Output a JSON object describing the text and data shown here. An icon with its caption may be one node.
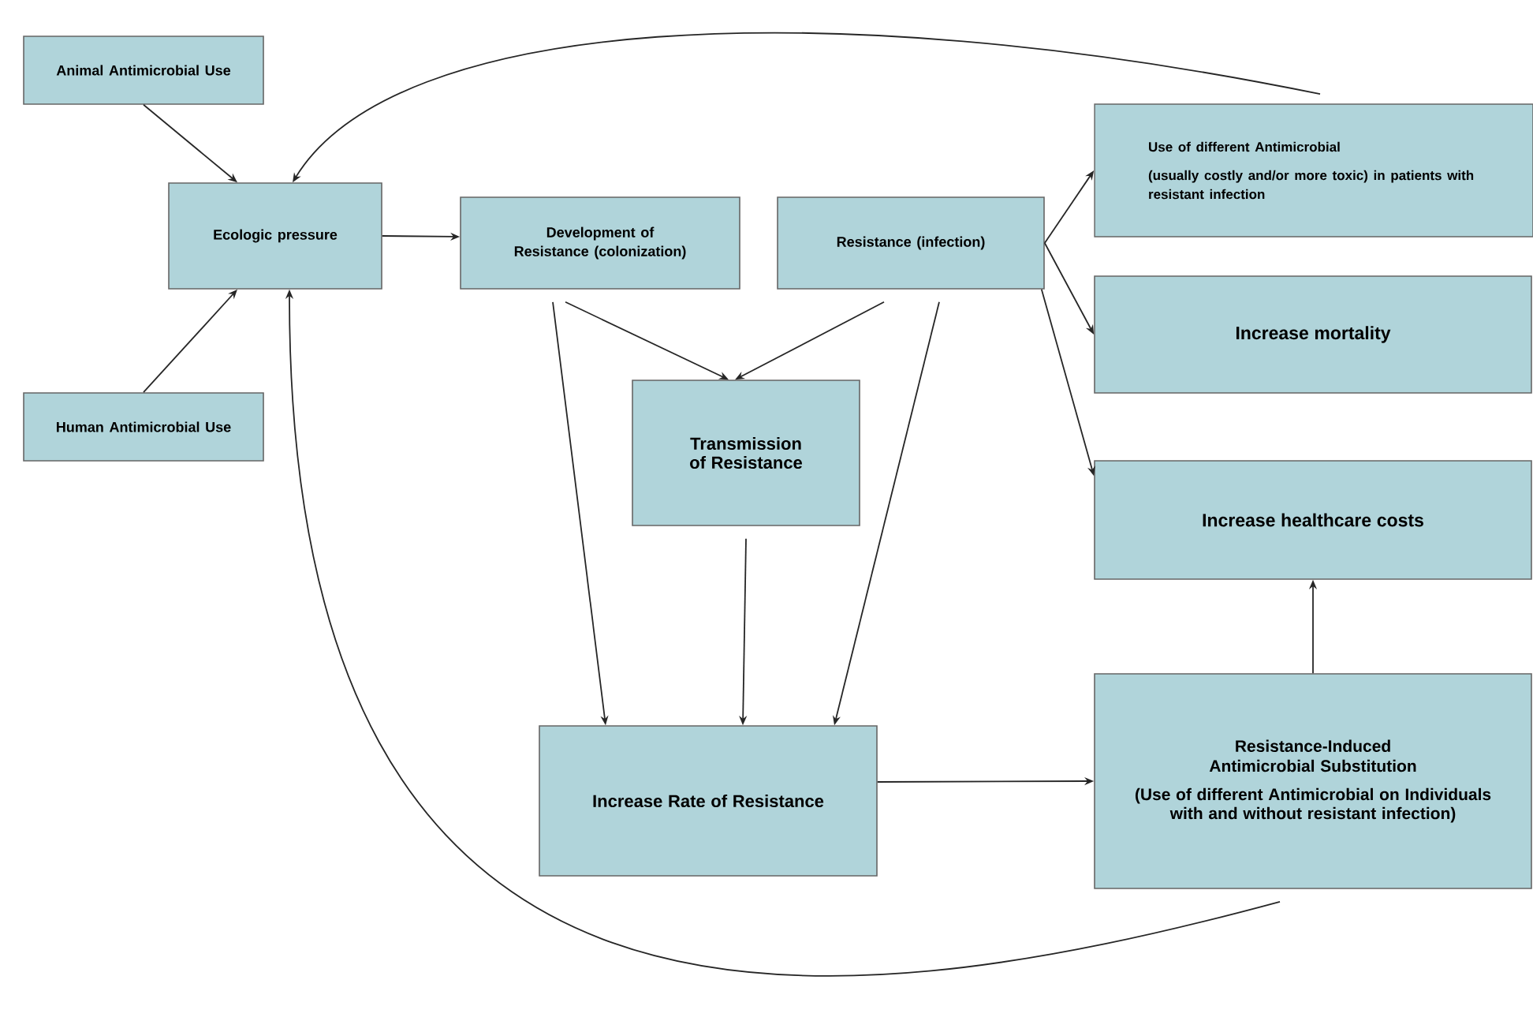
{
  "diagram": {
    "nodes": [
      {
        "text": [
          "Animal Antimicrobial Use"
        ]
      },
      {
        "text": [
          "Ecologic pressure"
        ]
      },
      {
        "text": [
          "Human Antimicrobial Use"
        ]
      },
      {
        "text": [
          "Development of Resistance (colonization)"
        ]
      },
      {
        "text": [
          "Resistance (infection)"
        ]
      },
      {
        "text": [
          "Use of different Antimicrobial",
          "(usually costly and/or more toxic) in patients with resistant infection"
        ]
      },
      {
        "text": [
          "Increase mortality"
        ]
      },
      {
        "text": [
          "Transmission of Resistance"
        ]
      },
      {
        "text": [
          "Increase healthcare costs"
        ]
      },
      {
        "text": [
          "Increase Rate of Resistance"
        ]
      },
      {
        "text": [
          "Resistance-Induced Antimicrobial Substitution",
          "(Use of different Antimicrobial on Individuals with and without resistant infection)"
        ]
      }
    ],
    "edges": [
      {
        "from": 0,
        "to": 1,
        "arrow": "to"
      },
      {
        "from": 2,
        "to": 1,
        "arrow": "to"
      },
      {
        "from": 1,
        "to": 3,
        "arrow": "to"
      },
      {
        "from": 3,
        "to": 7,
        "arrow": "to"
      },
      {
        "from": 4,
        "to": 7,
        "arrow": "to"
      },
      {
        "from": 3,
        "to": 9,
        "arrow": "to"
      },
      {
        "from": 7,
        "to": 9,
        "arrow": "to"
      },
      {
        "from": 4,
        "to": 9,
        "arrow": "to"
      },
      {
        "from": 4,
        "to": 5,
        "arrow": "to"
      },
      {
        "from": 4,
        "to": 6,
        "arrow": "to"
      },
      {
        "from": 4,
        "to": 8,
        "arrow": "to"
      },
      {
        "from": 9,
        "to": 10,
        "arrow": "to"
      },
      {
        "from": 10,
        "to": 8,
        "arrow": "to"
      },
      {
        "from": 5,
        "to": 1,
        "arrow": "to"
      },
      {
        "from": 10,
        "to": 1,
        "arrow": "to"
      }
    ]
  }
}
